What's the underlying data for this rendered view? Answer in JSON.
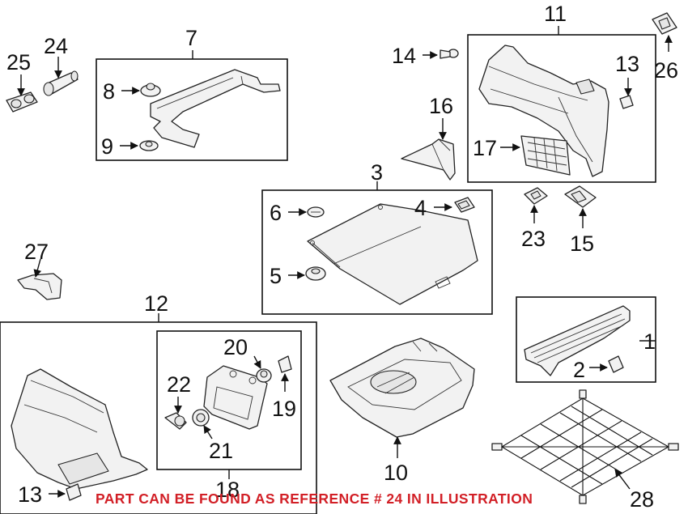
{
  "callouts": [
    {
      "id": "c1",
      "label": "1"
    },
    {
      "id": "c2",
      "label": "2"
    },
    {
      "id": "c3",
      "label": "3"
    },
    {
      "id": "c4",
      "label": "4"
    },
    {
      "id": "c5",
      "label": "5"
    },
    {
      "id": "c6",
      "label": "6"
    },
    {
      "id": "c7",
      "label": "7"
    },
    {
      "id": "c8",
      "label": "8"
    },
    {
      "id": "c9",
      "label": "9"
    },
    {
      "id": "c10",
      "label": "10"
    },
    {
      "id": "c11",
      "label": "11"
    },
    {
      "id": "c12",
      "label": "12"
    },
    {
      "id": "c13a",
      "label": "13"
    },
    {
      "id": "c13b",
      "label": "13"
    },
    {
      "id": "c14",
      "label": "14"
    },
    {
      "id": "c15",
      "label": "15"
    },
    {
      "id": "c16",
      "label": "16"
    },
    {
      "id": "c17",
      "label": "17"
    },
    {
      "id": "c18",
      "label": "18"
    },
    {
      "id": "c19",
      "label": "19"
    },
    {
      "id": "c20",
      "label": "20"
    },
    {
      "id": "c21",
      "label": "21"
    },
    {
      "id": "c22",
      "label": "22"
    },
    {
      "id": "c23",
      "label": "23"
    },
    {
      "id": "c24",
      "label": "24"
    },
    {
      "id": "c25",
      "label": "25"
    },
    {
      "id": "c26",
      "label": "26"
    },
    {
      "id": "c27",
      "label": "27"
    },
    {
      "id": "c28",
      "label": "28"
    }
  ],
  "notice": "PART CAN BE FOUND AS REFERENCE # 24 IN ILLUSTRATION",
  "colors": {
    "line": "#111111",
    "notice": "#d21f26",
    "background": "#ffffff"
  }
}
